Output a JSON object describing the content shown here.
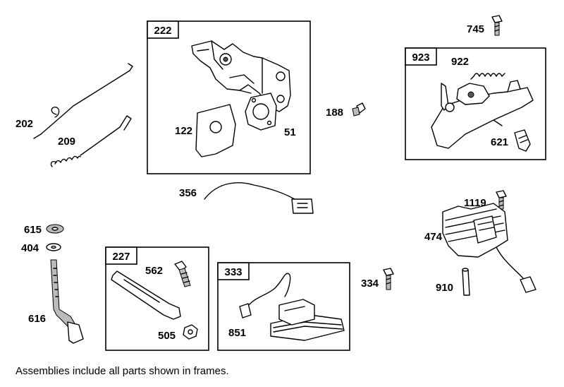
{
  "frames": [
    {
      "id": "222"
    },
    {
      "id": "923"
    },
    {
      "id": "227"
    },
    {
      "id": "333"
    }
  ],
  "parts": {
    "p202": "202",
    "p209": "209",
    "p122": "122",
    "p51": "51",
    "p188": "188",
    "p745": "745",
    "p922": "922",
    "p621": "621",
    "p356": "356",
    "p615": "615",
    "p404": "404",
    "p616": "616",
    "p562": "562",
    "p505": "505",
    "p851": "851",
    "p334": "334",
    "p1119": "1119",
    "p474": "474",
    "p910": "910"
  },
  "note": "Assemblies include all parts shown in frames."
}
